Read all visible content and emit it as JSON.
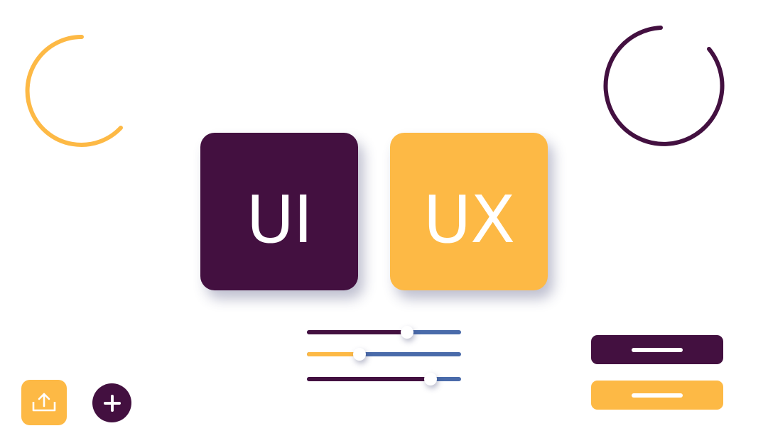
{
  "tiles": {
    "ui": {
      "label": "UI",
      "color": "#431040"
    },
    "ux": {
      "label": "UX",
      "color": "#FDB945"
    }
  },
  "colors": {
    "plum": "#431040",
    "amber": "#FDB945",
    "track_blue": "#4A6BAA",
    "white": "#FFFFFF"
  },
  "sliders": [
    {
      "value": 0.65,
      "fill_color": "#431040"
    },
    {
      "value": 0.34,
      "fill_color": "#FDB945"
    },
    {
      "value": 0.8,
      "fill_color": "#431040"
    }
  ],
  "icons": {
    "upload": "upload-icon",
    "add": "plus-icon",
    "arc_left": "loading-arc-icon",
    "arc_right": "loading-ring-icon"
  }
}
